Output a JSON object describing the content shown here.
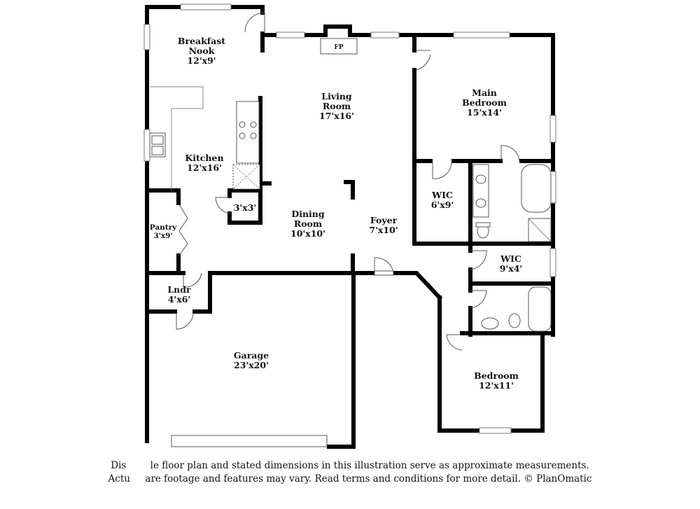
{
  "rooms": {
    "breakfast_nook": {
      "name_line1": "Breakfast",
      "name_line2": "Nook",
      "dims": "12'x9'"
    },
    "living_room": {
      "name_line1": "Living",
      "name_line2": "Room",
      "dims": "17'x16'"
    },
    "main_bedroom": {
      "name_line1": "Main",
      "name_line2": "Bedroom",
      "dims": "15'x14'"
    },
    "kitchen": {
      "name": "Kitchen",
      "dims": "12'x16'"
    },
    "closet": {
      "dims": "3'x3'"
    },
    "pantry": {
      "name": "Pantry",
      "dims": "3'x9'"
    },
    "dining_room": {
      "name_line1": "Dining",
      "name_line2": "Room",
      "dims": "10'x10'"
    },
    "foyer": {
      "name": "Foyer",
      "dims": "7'x10'"
    },
    "wic_main": {
      "name": "WIC",
      "dims": "6'x9'"
    },
    "wic_second": {
      "name": "WIC",
      "dims": "9'x4'"
    },
    "laundry": {
      "name": "Lndr",
      "dims": "4'x6'"
    },
    "garage": {
      "name": "Garage",
      "dims": "23'x20'"
    },
    "bedroom": {
      "name": "Bedroom",
      "dims": "12'x11'"
    }
  },
  "fireplace": {
    "label": "FP"
  },
  "disclaimer": {
    "line1": "Dis        le floor plan and stated dimensions in this illustration serve as approximate measurements.",
    "line2": "Actu     are footage and features may vary. Read terms and conditions for more detail. © PlanOmatic"
  }
}
